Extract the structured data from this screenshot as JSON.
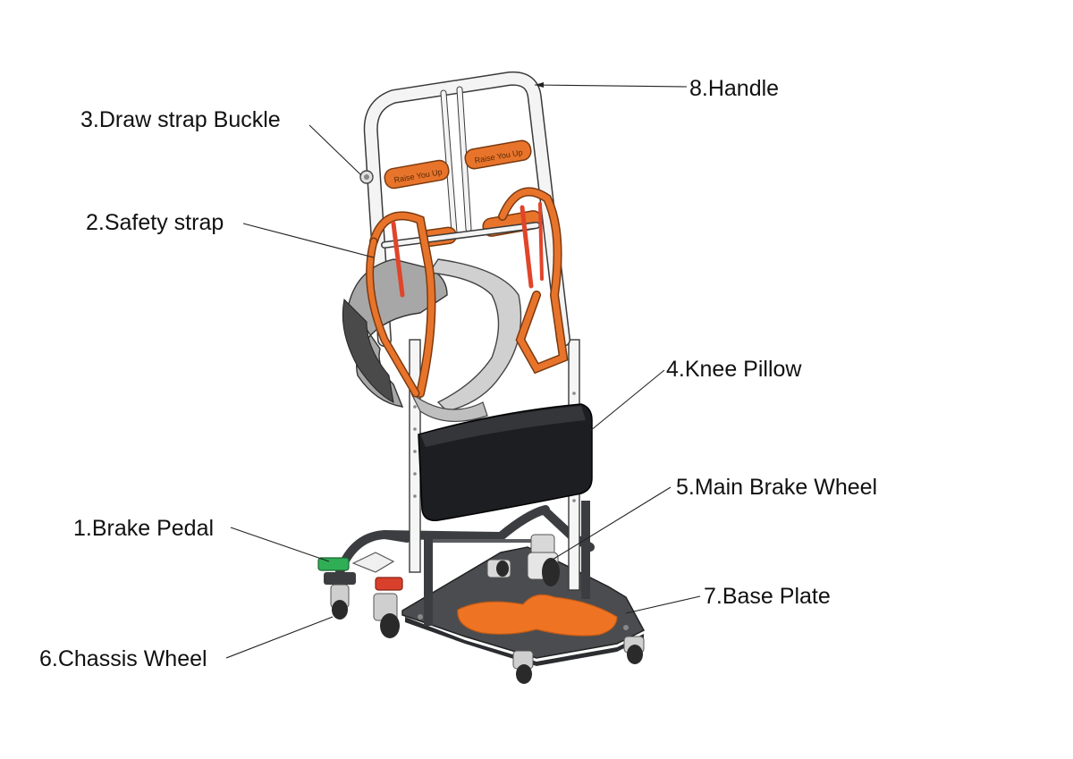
{
  "diagram": {
    "labels": [
      {
        "id": "brake-pedal",
        "text": "1.Brake Pedal"
      },
      {
        "id": "safety-strap",
        "text": "2.Safety strap"
      },
      {
        "id": "draw-strap-buckle",
        "text": "3.Draw strap Buckle"
      },
      {
        "id": "knee-pillow",
        "text": "4.Knee Pillow"
      },
      {
        "id": "main-brake-wheel",
        "text": "5.Main Brake Wheel"
      },
      {
        "id": "chassis-wheel",
        "text": "6.Chassis Wheel"
      },
      {
        "id": "base-plate",
        "text": "7.Base Plate"
      },
      {
        "id": "handle",
        "text": "8.Handle"
      }
    ],
    "pad_text": "Raise You Up",
    "colors": {
      "accent_orange": "#e8742b",
      "strap_red": "#e0452a",
      "frame": "#f4f4f4",
      "dark_steel": "#3b3d41",
      "pillow": "#1d1e21",
      "pedal_green": "#2fae55"
    }
  }
}
